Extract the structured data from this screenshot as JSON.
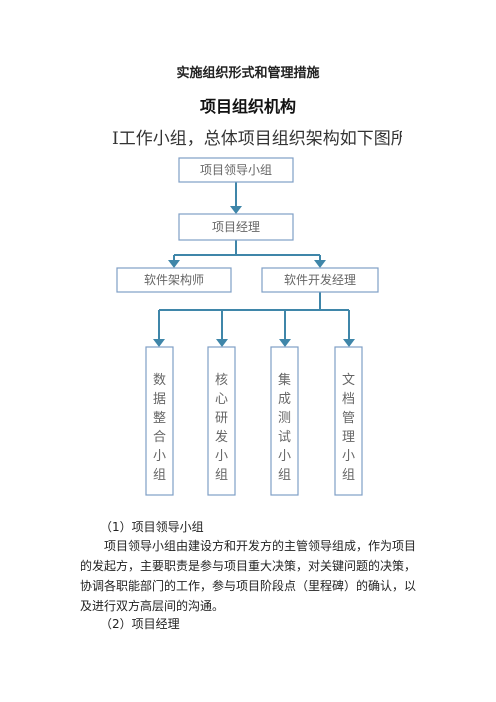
{
  "document": {
    "title": "实施组织形式和管理措施",
    "section_title": "项目组织机构",
    "intro_line": "I工作小组，总体项目组织架构如下图所"
  },
  "org_chart": {
    "line_color": "#3f86a9",
    "box_border_color": "#7f9fc6",
    "level1": "项目领导小组",
    "level2": "项目经理",
    "level3": [
      "软件架构师",
      "软件开发经理"
    ],
    "teams": [
      "数据整合小组",
      "核心研发小组",
      "集成测试小组",
      "文档管理小组"
    ]
  },
  "paragraphs": [
    {
      "heading": "（1）项目领导小组",
      "body": "项目领导小组由建设方和开发方的主管领导组成，作为项目的发起方，主要职责是参与项目重大决策，对关键问题的决策，协调各职能部门的工作，参与项目阶段点（里程碑）的确认，以及进行双方高层间的沟通。"
    },
    {
      "heading": "（2）项目经理"
    }
  ]
}
